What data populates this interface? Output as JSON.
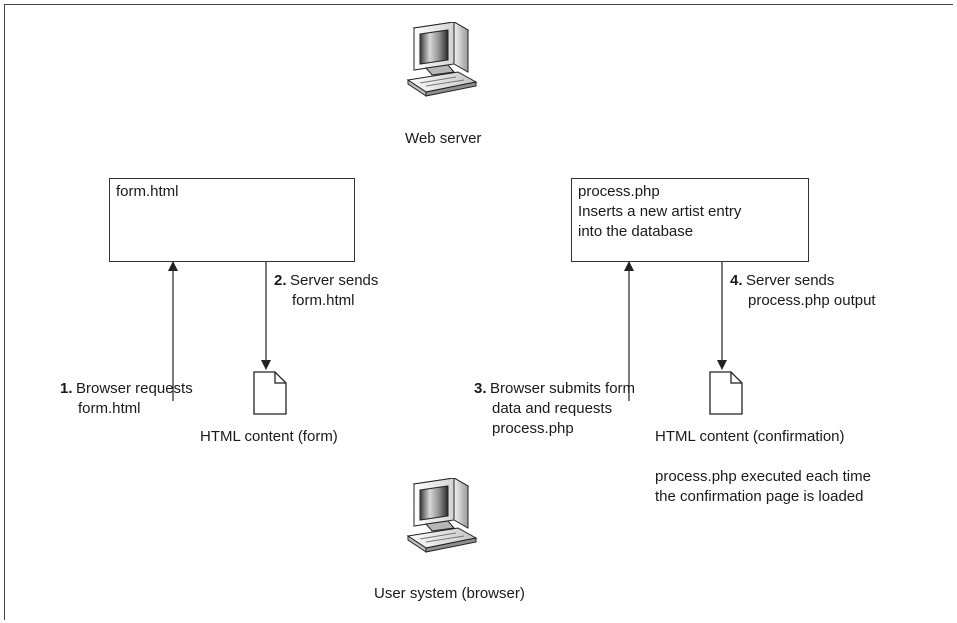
{
  "server": {
    "label": "Web server"
  },
  "client": {
    "label": "User system (browser)"
  },
  "left_flow": {
    "box_title": "form.html",
    "step1": {
      "number": "1.",
      "line1": "Browser requests",
      "line2": "form.html"
    },
    "step2": {
      "number": "2.",
      "line1": "Server sends",
      "line2": "form.html"
    },
    "document_label": "HTML content (form)"
  },
  "right_flow": {
    "box_title": "process.php",
    "box_line2": "Inserts a new artist entry",
    "box_line3": "into the database",
    "step3": {
      "number": "3.",
      "line1": "Browser submits form",
      "line2": "data and requests",
      "line3": "process.php"
    },
    "step4": {
      "number": "4.",
      "line1": "Server sends",
      "line2": "process.php output"
    },
    "document_label": "HTML content (confirmation)",
    "note_line1": "process.php executed each time",
    "note_line2": "the confirmation page is loaded"
  },
  "icons": {
    "server": "computer-icon",
    "client": "computer-icon",
    "document": "document-icon"
  },
  "colors": {
    "line": "#222222",
    "fill": "#ffffff"
  }
}
